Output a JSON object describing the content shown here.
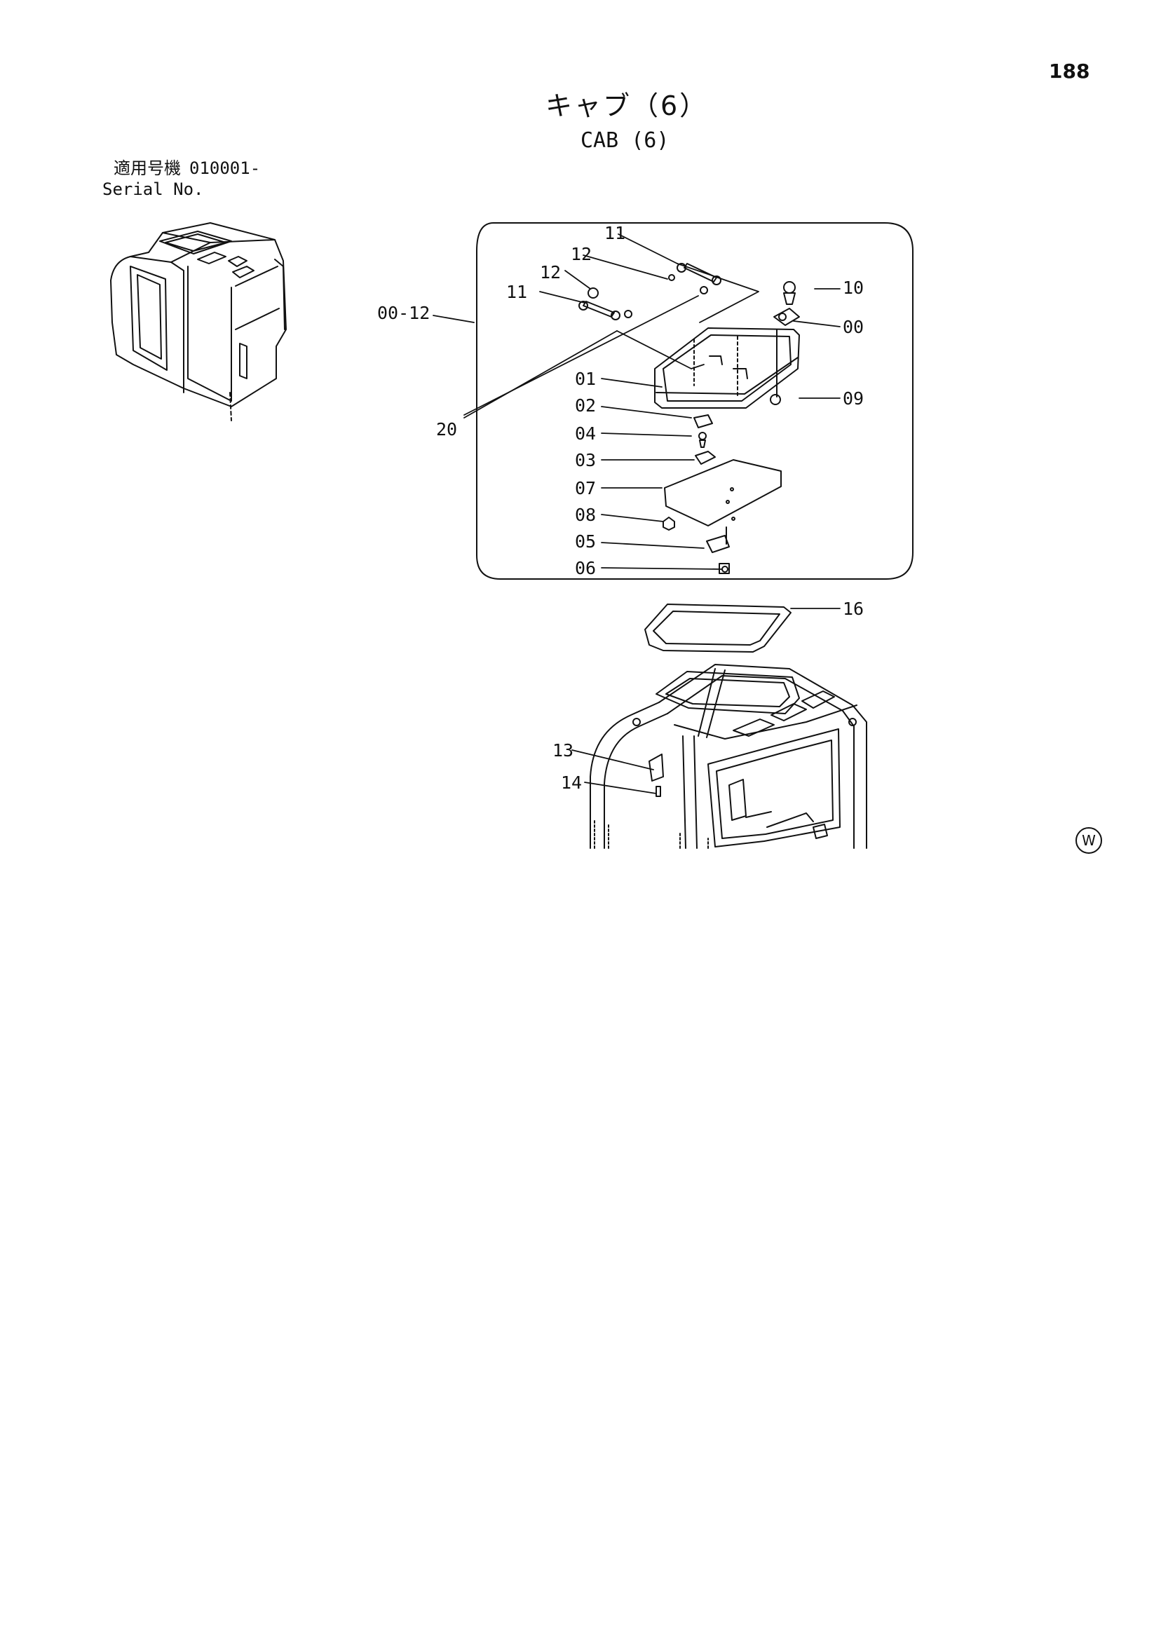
{
  "page": {
    "number": "188"
  },
  "title": {
    "japanese": "キャブ（6）",
    "english": "CAB (6)"
  },
  "serial": {
    "label_jp": "適用号機",
    "number": "010001-",
    "label_en": "Serial No."
  },
  "callouts": {
    "c00_12": "00-12",
    "c11a": "11",
    "c12a": "12",
    "c12b": "12",
    "c11b": "11",
    "c10": "10",
    "c00": "00",
    "c09": "09",
    "c01": "01",
    "c02": "02",
    "c04": "04",
    "c03": "03",
    "c07": "07",
    "c08": "08",
    "c05": "05",
    "c06": "06",
    "c20": "20",
    "c16": "16",
    "c13": "13",
    "c14": "14"
  },
  "mark": {
    "symbol": "W"
  }
}
